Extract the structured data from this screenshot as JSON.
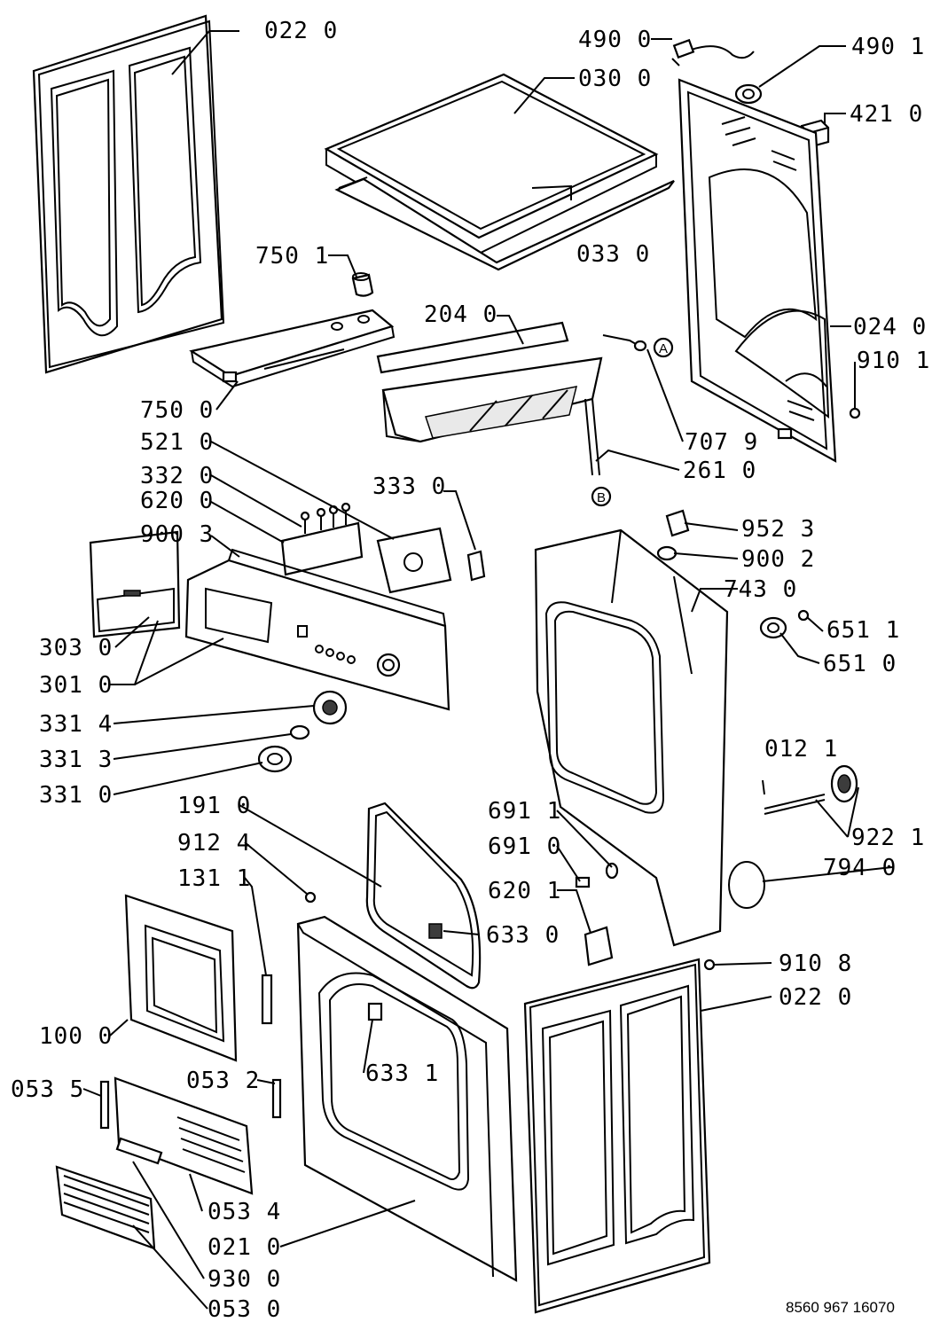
{
  "diagram": {
    "doc_number": "8560 967 16070",
    "callout_marks": [
      "A",
      "B"
    ],
    "part_labels": [
      "022 0",
      "490 0",
      "490 1",
      "030 0",
      "421 0",
      "033 0",
      "750 1",
      "204 0",
      "024 0",
      "910 1",
      "750 0",
      "707 9",
      "521 0",
      "261 0",
      "332 0",
      "333 0",
      "620 0",
      "900 3",
      "952 3",
      "900 2",
      "743 0",
      "651 1",
      "303 0",
      "651 0",
      "301 0",
      "331 4",
      "331 3",
      "012 1",
      "331 0",
      "191 0",
      "691 1",
      "922 1",
      "912 4",
      "691 0",
      "794 0",
      "131 1",
      "620 1",
      "633 0",
      "910 8",
      "100 0",
      "022 0",
      "053 2",
      "053 5",
      "633 1",
      "053 4",
      "021 0",
      "930 0",
      "053 0"
    ]
  }
}
